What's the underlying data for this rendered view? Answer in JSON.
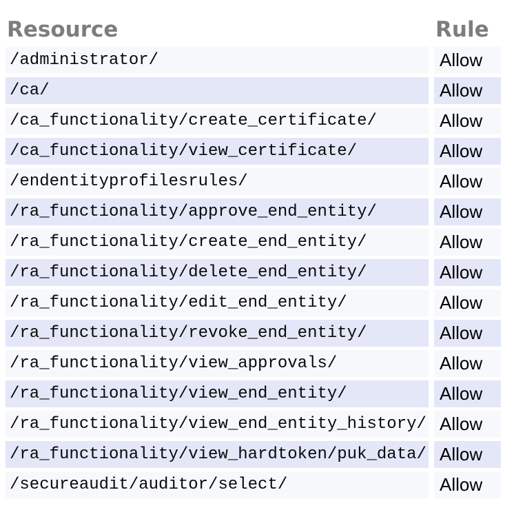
{
  "table": {
    "columns": [
      {
        "label": "Resource"
      },
      {
        "label": "Rule"
      }
    ],
    "rows": [
      {
        "resource": "/administrator/",
        "rule": "Allow"
      },
      {
        "resource": "/ca/",
        "rule": "Allow"
      },
      {
        "resource": "/ca_functionality/create_certificate/",
        "rule": "Allow"
      },
      {
        "resource": "/ca_functionality/view_certificate/",
        "rule": "Allow"
      },
      {
        "resource": "/endentityprofilesrules/",
        "rule": "Allow"
      },
      {
        "resource": "/ra_functionality/approve_end_entity/",
        "rule": "Allow"
      },
      {
        "resource": "/ra_functionality/create_end_entity/",
        "rule": "Allow"
      },
      {
        "resource": "/ra_functionality/delete_end_entity/",
        "rule": "Allow"
      },
      {
        "resource": "/ra_functionality/edit_end_entity/",
        "rule": "Allow"
      },
      {
        "resource": "/ra_functionality/revoke_end_entity/",
        "rule": "Allow"
      },
      {
        "resource": "/ra_functionality/view_approvals/",
        "rule": "Allow"
      },
      {
        "resource": "/ra_functionality/view_end_entity/",
        "rule": "Allow"
      },
      {
        "resource": "/ra_functionality/view_end_entity_history/",
        "rule": "Allow"
      },
      {
        "resource": "/ra_functionality/view_hardtoken/puk_data/",
        "rule": "Allow"
      },
      {
        "resource": "/secureaudit/auditor/select/",
        "rule": "Allow"
      }
    ]
  },
  "colors": {
    "header_text": "#7d7d7d",
    "row_light": "#f6f8fc",
    "row_dark": "#e3e7f8",
    "page_background": "#ffffff"
  }
}
